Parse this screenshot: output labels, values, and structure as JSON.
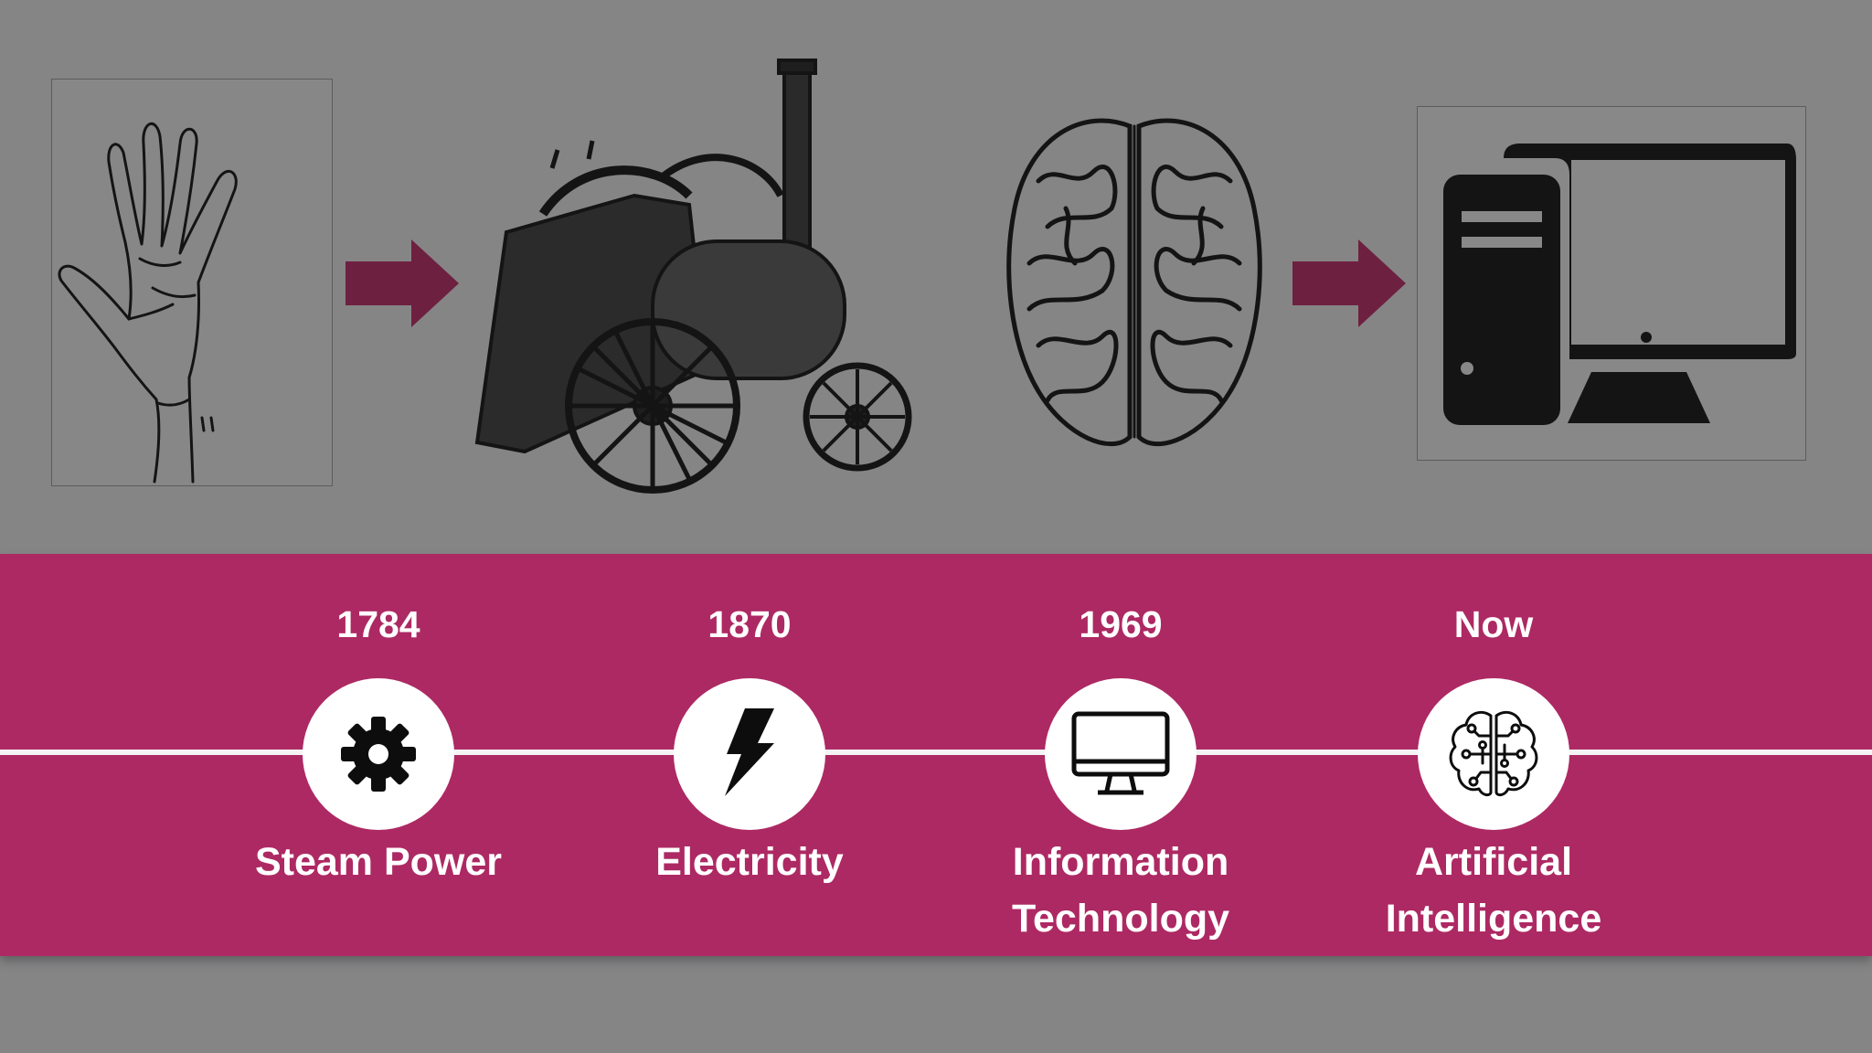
{
  "illustrations": {
    "stages": [
      {
        "icon": "hand-icon"
      },
      {
        "icon": "steam-engine-icon"
      },
      {
        "icon": "brain-icon"
      },
      {
        "icon": "computer-icon"
      }
    ],
    "arrows": [
      {
        "icon": "arrow-right-icon"
      },
      {
        "icon": "arrow-right-icon"
      }
    ]
  },
  "timeline": {
    "milestones": [
      {
        "year": "1784",
        "icon": "gear-icon",
        "label_lines": [
          "Steam Power"
        ]
      },
      {
        "year": "1870",
        "icon": "lightning-bolt-icon",
        "label_lines": [
          "Electricity"
        ]
      },
      {
        "year": "1969",
        "icon": "monitor-icon",
        "label_lines": [
          "Information",
          "Technology"
        ]
      },
      {
        "year": "Now",
        "icon": "circuit-brain-icon",
        "label_lines": [
          "Artificial",
          "Intelligence"
        ]
      }
    ]
  },
  "colors": {
    "background": "#858586",
    "band": "#ad2963",
    "arrow": "#6e2040",
    "line": "#f4f4f4",
    "node": "#ffffff"
  }
}
